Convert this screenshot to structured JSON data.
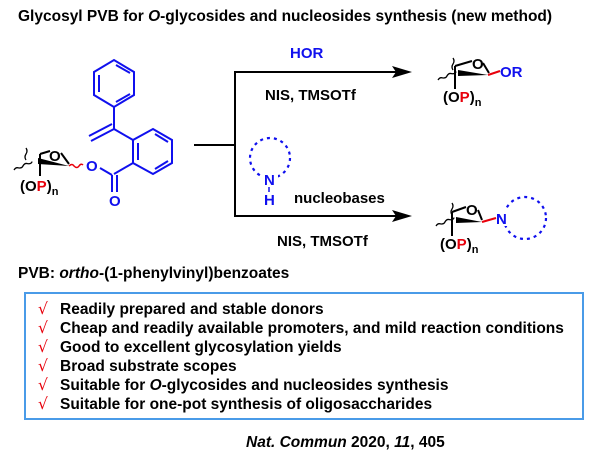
{
  "title": {
    "prefix": "Glycosyl PVB for ",
    "italic": "O",
    "suffix": "-glycosides and nucleosides synthesis (new method)"
  },
  "scheme": {
    "donor": {
      "ring_oxygen": "O",
      "protecting_group_open": "(O",
      "protecting_group_letter": "P",
      "protecting_group_close": ")",
      "subscript": "n",
      "ester_oxygen": "O",
      "carbonyl_oxygen": "O"
    },
    "upper_reaction": {
      "reagent_above": "HOR",
      "reagent_below": "NIS, TMSOTf"
    },
    "lower_reaction": {
      "nucleobase_label": "nucleobases",
      "nh_n": "N",
      "nh_h": "H",
      "reagent_below": "NIS, TMSOTf"
    },
    "upper_product": {
      "ring_oxygen": "O",
      "substituent": "OR",
      "protecting_group_open": "(O",
      "protecting_group_letter": "P",
      "protecting_group_close": ")",
      "subscript": "n"
    },
    "lower_product": {
      "ring_oxygen": "O",
      "substituent": "N",
      "protecting_group_open": "(O",
      "protecting_group_letter": "P",
      "protecting_group_close": ")",
      "subscript": "n"
    },
    "colors": {
      "blue": "#1010ee",
      "red": "#e8000b",
      "black": "#000000"
    }
  },
  "pvb_definition": {
    "prefix": "PVB: ",
    "italic": "ortho",
    "suffix": "-(1-phenylvinyl)benzoates"
  },
  "features": {
    "check_symbol": "√",
    "items": [
      {
        "text": "Readily prepared and stable donors"
      },
      {
        "text": "Cheap and readily available promoters, and mild reaction conditions"
      },
      {
        "text": "Good to excellent glycosylation yields"
      },
      {
        "text": "Broad substrate scopes"
      },
      {
        "prefix": "Suitable for ",
        "italic": "O",
        "suffix": "-glycosides and nucleosides synthesis"
      },
      {
        "text": "Suitable for one-pot synthesis of oligosaccharides"
      }
    ],
    "border_color": "#4a9be8"
  },
  "citation": {
    "journal": "Nat. Commun",
    "year": " 2020, ",
    "volume": "11",
    "pages": ", 405"
  }
}
